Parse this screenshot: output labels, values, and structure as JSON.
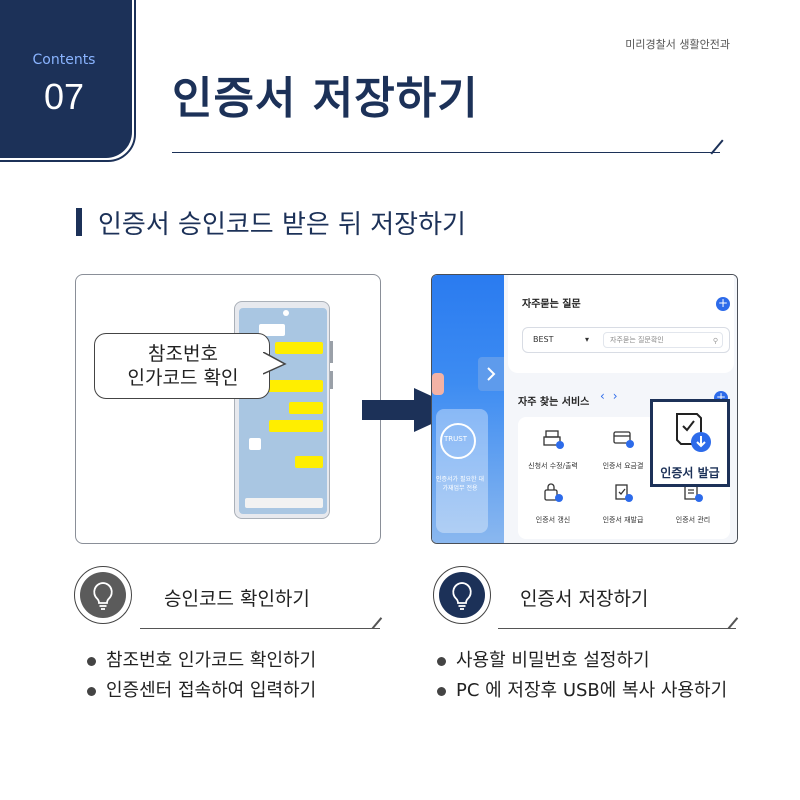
{
  "header": {
    "contents_label": "Contents",
    "number": "07",
    "department": "미리경찰서 생활안전과",
    "title": "인증서 저장하기"
  },
  "section": {
    "title": "인증서 승인코드 받은 뒤 저장하기"
  },
  "left_panel": {
    "callout_line1": "참조번호",
    "callout_line2": "인가코드 확인"
  },
  "right_panel": {
    "faq_title": "자주묻는 질문",
    "faq_select": "BEST",
    "faq_search_placeholder": "자주묻는 질문확인",
    "services_title": "자주 찾는 서비스",
    "seal_text": "TRUST",
    "glass_text": "인증서가 필요한 대가재업무 전용",
    "services": [
      {
        "label": "신청서 수정/출력",
        "icon": "printer-icon"
      },
      {
        "label": "인증서 요금결",
        "icon": "card-icon"
      },
      {
        "label": "인증서 발급",
        "icon": "certificate-download-icon"
      },
      {
        "label": "인증서 갱신",
        "icon": "lock-refresh-icon"
      },
      {
        "label": "인증서 재발급",
        "icon": "certificate-reissue-icon"
      },
      {
        "label": "인증서 관리",
        "icon": "certificate-settings-icon"
      }
    ],
    "highlight_label": "인증서 발급"
  },
  "steps": [
    {
      "title": "승인코드 확인하기",
      "icon": "lightbulb-icon",
      "icon_bg": "#5b5b5b",
      "bullets": [
        "참조번호 인가코드 확인하기",
        "인증센터 접속하여 입력하기"
      ]
    },
    {
      "title": "인증서 저장하기",
      "icon": "lightbulb-icon",
      "icon_bg": "#1c3158",
      "bullets": [
        "사용할 비밀번호 설정하기",
        "PC 에 저장후 USB에 복사 사용하기"
      ]
    }
  ],
  "colors": {
    "navy": "#1c3158",
    "accent_blue": "#2d6bea",
    "chat_yellow": "#ffee00"
  }
}
